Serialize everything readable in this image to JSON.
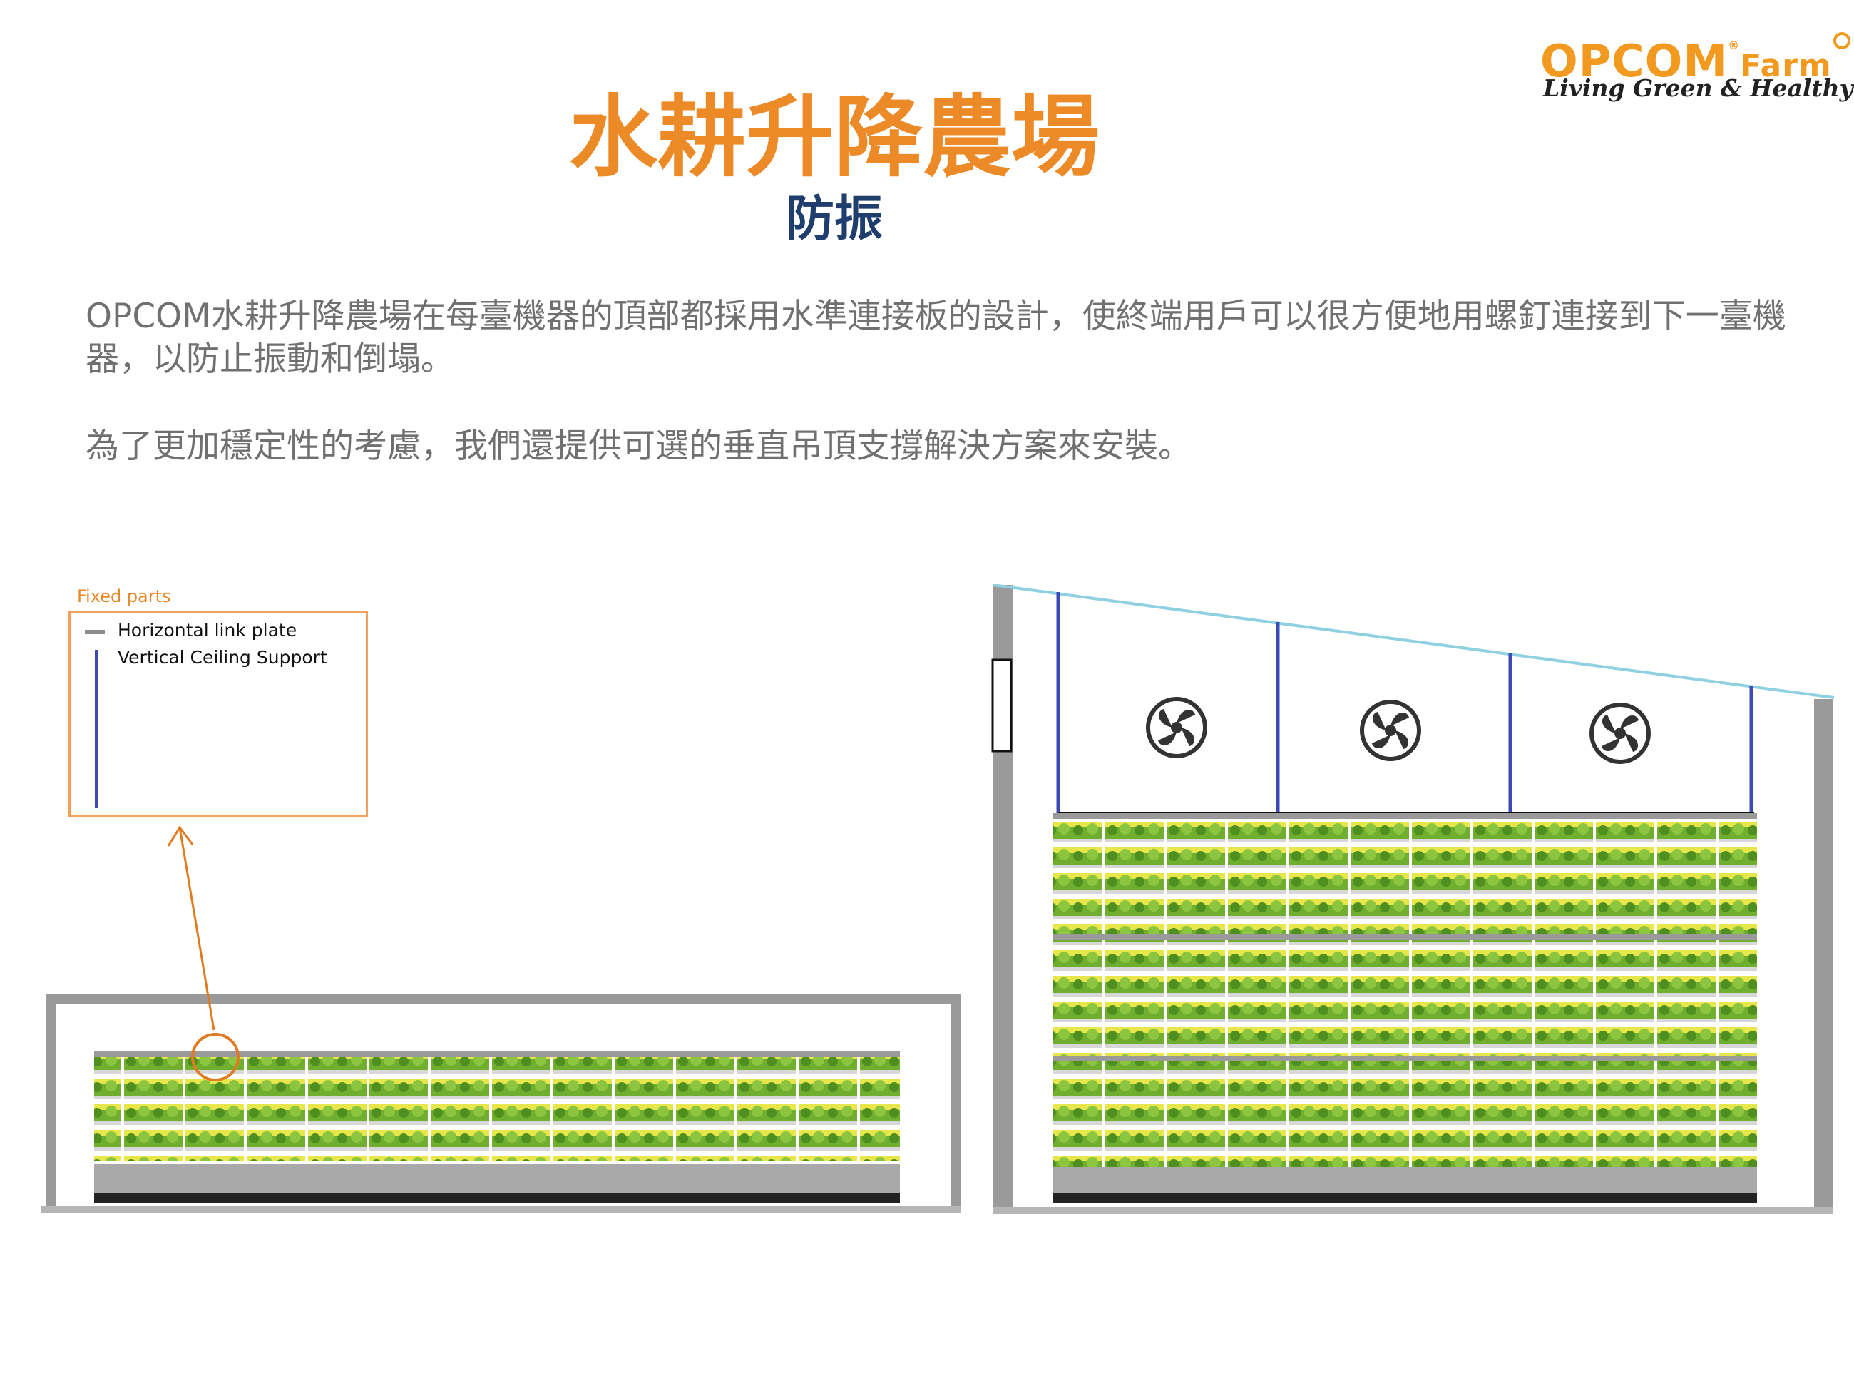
{
  "logo": {
    "brand": "OPCOM",
    "sub": "Farm",
    "tagline": "Living Green & Healthy"
  },
  "title": "水耕升降農場",
  "subtitle": "防振",
  "paragraphs": [
    "OPCOM水耕升降農場在每臺機器的頂部都採用水準連接板的設計，使終端用戶可以很方便地用螺釘連接到下一臺機器，以防止振動和倒塌。",
    "為了更加穩定性的考慮，我們還提供可選的垂直吊頂支撐解決方案來安裝。"
  ],
  "legend": {
    "title": "Fixed parts",
    "items": [
      {
        "label": "Horizontal link plate",
        "color": "#8c8c8c"
      },
      {
        "label": "Vertical Ceiling Support",
        "color": "#3b4ab4"
      }
    ]
  },
  "colors": {
    "accent_orange": "#ec8a27",
    "subtitle_navy": "#1f3e6e",
    "body_text": "#707070",
    "plant_green": "#6fae2e",
    "led_yellow": "#e7e64a",
    "ceiling_line": "#8fd1e0",
    "support_blue": "#3b4ab4"
  },
  "icons": {
    "fan": "fan-icon",
    "arrow": "arrow-icon",
    "highlight": "highlight-circle-icon"
  }
}
